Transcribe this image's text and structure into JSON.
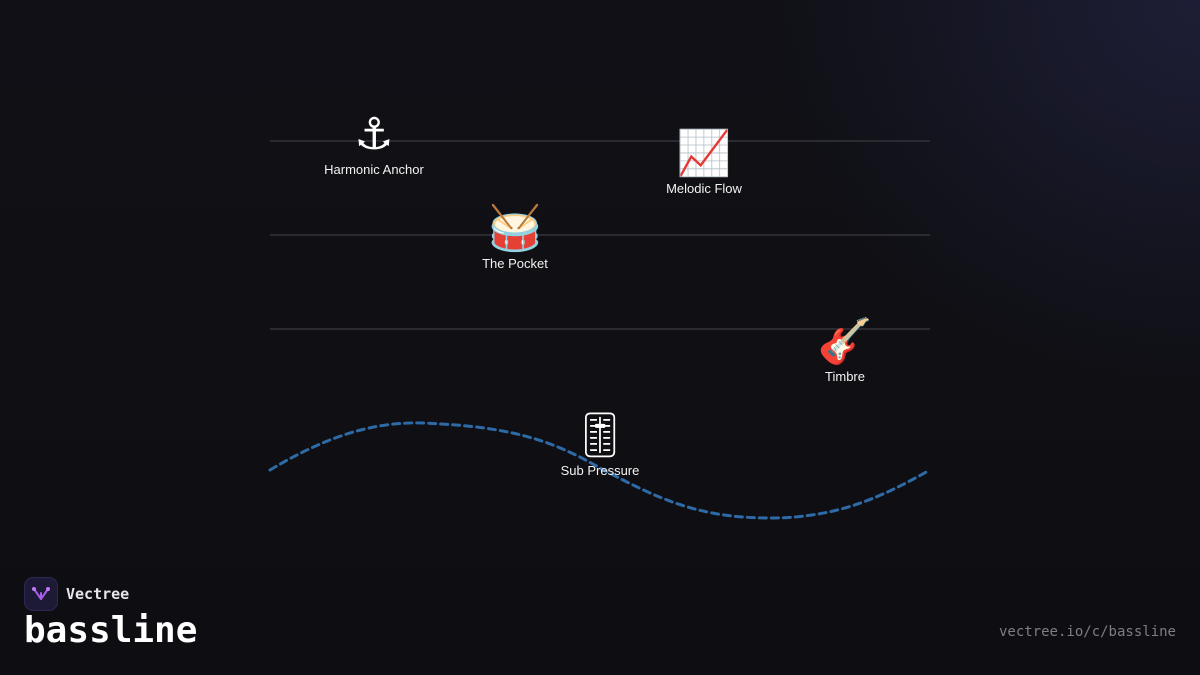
{
  "brand": {
    "name": "Vectree",
    "accent": "#a45ee8"
  },
  "title": "bassline",
  "url": "vectree.io/c/bassline",
  "colors": {
    "background": "#0f0f14",
    "guide_lines": "#2a2a30",
    "wave": "#2e6aa6"
  },
  "nodes": [
    {
      "id": "harmonic-anchor",
      "icon": "anchor-icon",
      "glyph": "⚓",
      "label": "Harmonic Anchor"
    },
    {
      "id": "melodic-flow",
      "icon": "chart-increasing-icon",
      "glyph": "📈",
      "label": "Melodic Flow"
    },
    {
      "id": "the-pocket",
      "icon": "drum-icon",
      "glyph": "🥁",
      "label": "The Pocket"
    },
    {
      "id": "timbre",
      "icon": "guitar-icon",
      "glyph": "🎸",
      "label": "Timbre"
    },
    {
      "id": "sub-pressure",
      "icon": "level-slider-icon",
      "glyph": "🎚",
      "label": "Sub Pressure"
    }
  ]
}
